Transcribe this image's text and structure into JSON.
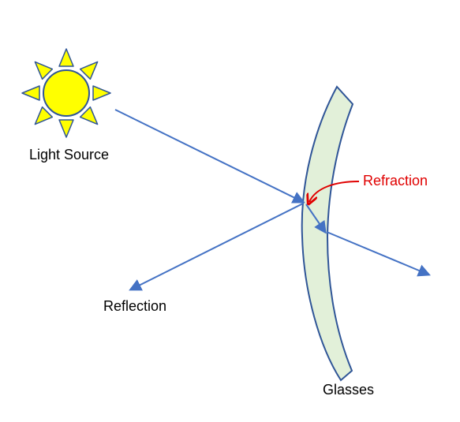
{
  "labels": {
    "light_source": "Light Source",
    "refraction": "Refraction",
    "reflection": "Reflection",
    "glasses": "Glasses"
  },
  "colors": {
    "ray": "#4472c4",
    "sun_fill": "#ffff00",
    "sun_stroke": "#2f5597",
    "lens_fill": "#e2f0d9",
    "lens_stroke": "#2f5597",
    "refraction_text": "#e00000",
    "text": "#000000"
  },
  "icons": {
    "sun": "sun-icon",
    "lens": "lens-shape"
  }
}
